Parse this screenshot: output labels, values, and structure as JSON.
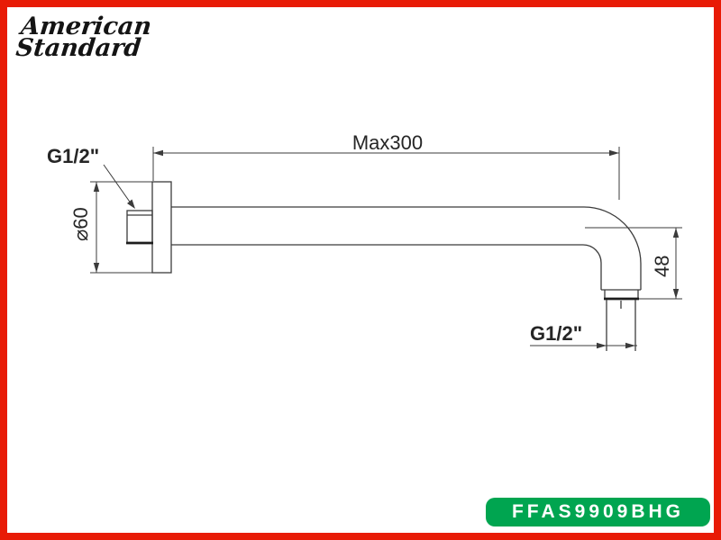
{
  "brand": {
    "name_line1": "American",
    "name_line2": "Standard"
  },
  "drawing": {
    "dim_max_length": "Max300",
    "dim_inlet_thread": "G1/2\"",
    "dim_flange_diameter": "⌀60",
    "dim_drop_height": "48",
    "dim_outlet_thread": "G1/2\""
  },
  "product_code": "FFAS9909BHG",
  "colors": {
    "frame_border_red": "#E81B06",
    "badge_green": "#00A550",
    "drawing_line": "#3B3B3B",
    "text": "#262626"
  }
}
